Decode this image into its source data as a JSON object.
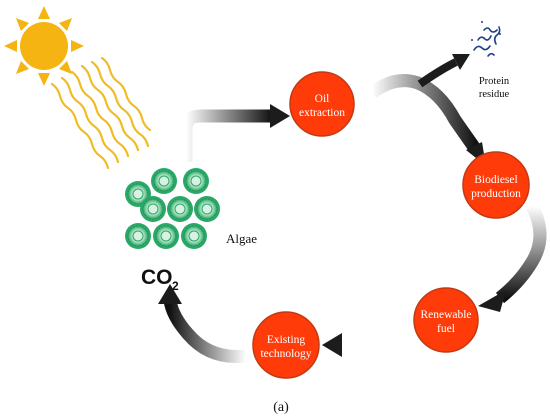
{
  "nodes": {
    "oil_extraction": {
      "line1": "Oil",
      "line2": "extraction"
    },
    "biodiesel_production": {
      "line1": "Biodiesel",
      "line2": "production"
    },
    "renewable_fuel": {
      "line1": "Renewable",
      "line2": "fuel"
    },
    "existing_technology": {
      "line1": "Existing",
      "line2": "technology"
    }
  },
  "labels": {
    "protein_line1": "Protein",
    "protein_line2": "residue",
    "algae": "Algae",
    "co2_main": "CO",
    "co2_sub": "2",
    "caption": "(a)"
  },
  "colors": {
    "node_fill": "#ff3b0a",
    "node_stroke": "#c23a14",
    "arrow": "#1c1c1c",
    "sun": "#f5b412",
    "rays": "#f2bb1f",
    "algae_cell": "#2aa867",
    "protein_residue": "#1f3f8f"
  },
  "icons": [
    "sun-icon",
    "algae-cluster-icon",
    "protein-residue-icon"
  ]
}
